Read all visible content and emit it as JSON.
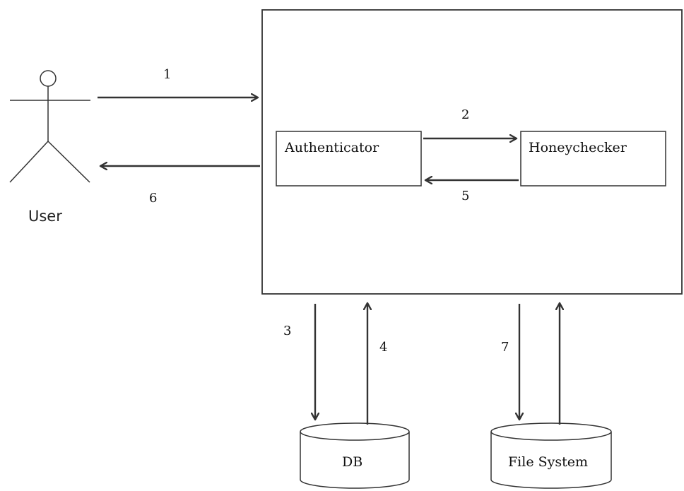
{
  "actor": {
    "label": "User"
  },
  "components": {
    "authenticator": "Authenticator",
    "honeychecker": "Honeychecker",
    "db": "DB",
    "file_system": "File System"
  },
  "steps": {
    "s1": "1",
    "s2": "2",
    "s3": "3",
    "s4": "4",
    "s5": "5",
    "s6": "6",
    "s7": "7"
  },
  "colors": {
    "stroke": "#333333",
    "background": "#ffffff"
  }
}
